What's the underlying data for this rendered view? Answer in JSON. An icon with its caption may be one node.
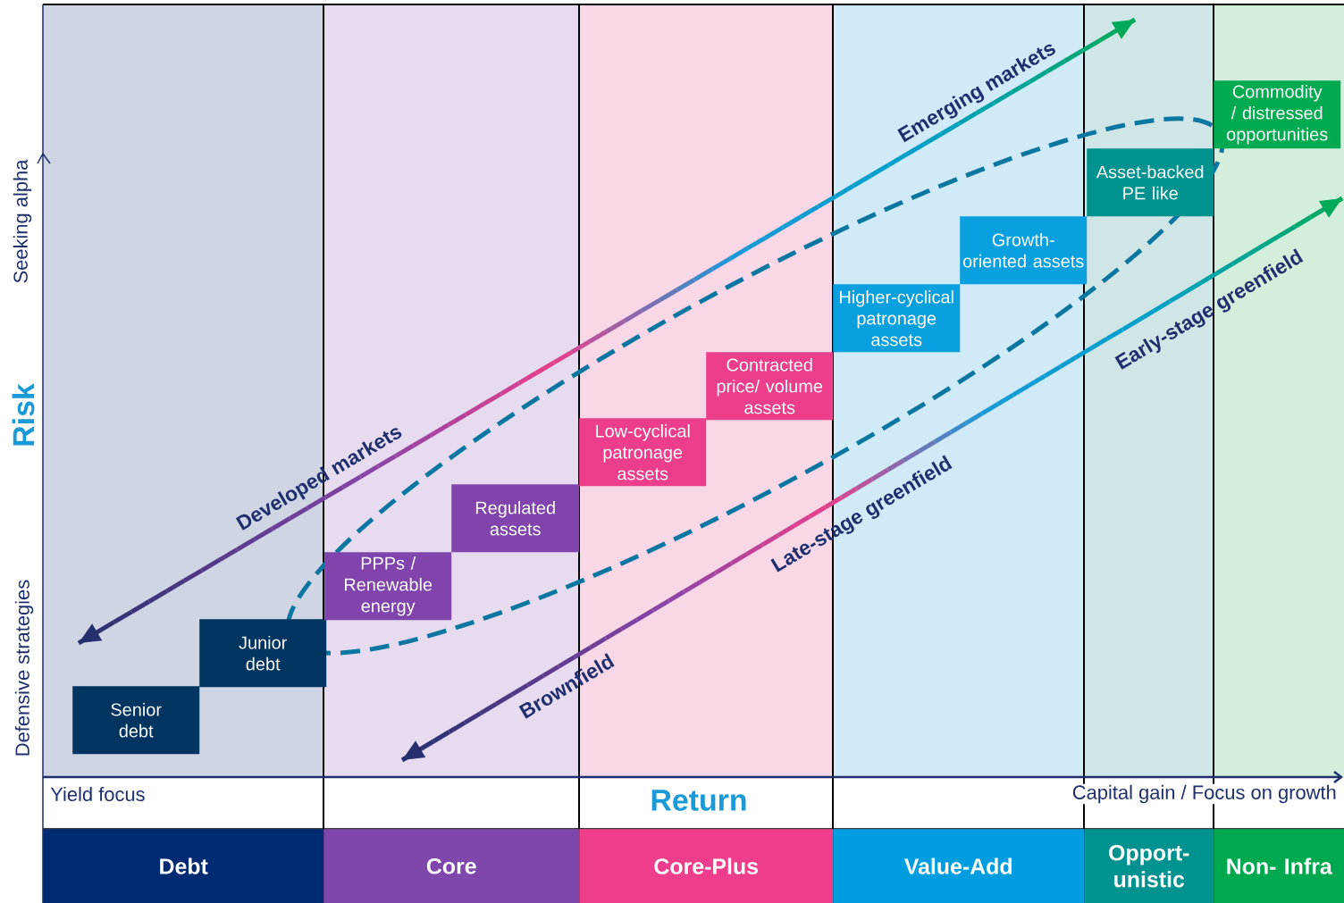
{
  "diagram": {
    "nodes": [
      {
        "text": [
          "Senior debt"
        ]
      },
      {
        "text": [
          "Junior debt"
        ]
      },
      {
        "text": [
          "PPPs / Renewable energy"
        ]
      },
      {
        "text": [
          "Regulated assets"
        ]
      },
      {
        "text": [
          "Low-cyclical patronage assets"
        ]
      },
      {
        "text": [
          "Contracted price/ volume assets"
        ]
      },
      {
        "text": [
          "Higher-cyclical patronage assets"
        ]
      },
      {
        "text": [
          "Growth-oriented assets"
        ]
      },
      {
        "text": [
          "Asset-backed PE like"
        ]
      },
      {
        "text": [
          "Commodity / distressed opportunities"
        ]
      },
      {
        "text": [
          "Debt"
        ]
      },
      {
        "text": [
          "Core"
        ]
      },
      {
        "text": [
          "Core-Plus"
        ]
      },
      {
        "text": [
          "Value-Add"
        ]
      },
      {
        "text": [
          "Opport- unistic"
        ]
      },
      {
        "text": [
          "Non- Infra"
        ]
      }
    ],
    "labels": [
      "Seeking alpha",
      "Risk",
      "Defensive strategies",
      "Emerging markets",
      "Developed markets",
      "Early-stage greenfield",
      "Late-stage greenfield",
      "Brownfield",
      "Yield focus",
      "Return",
      "Capital gain / Focus on growth"
    ]
  }
}
